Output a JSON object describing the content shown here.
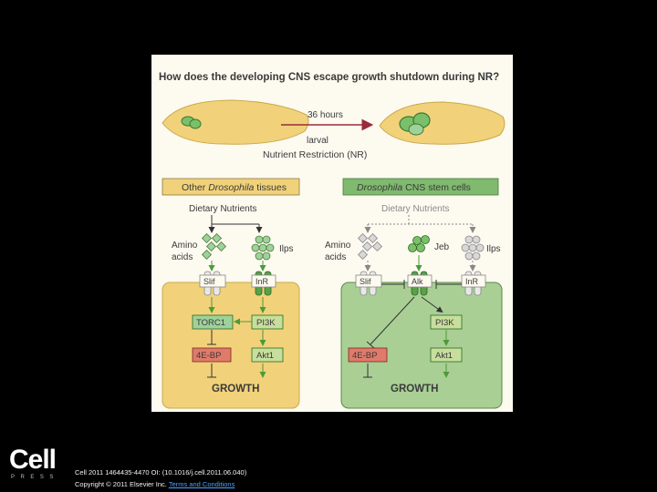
{
  "figure": {
    "question": "How does the developing CNS escape growth shutdown during NR?",
    "time_label": "36 hours",
    "nr_line1": "larval",
    "nr_line2": "Nutrient Restriction (NR)",
    "left_panel": {
      "header_prefix": "Other ",
      "header_italic": "Drosophila",
      "header_suffix": " tissues",
      "dietary": "Dietary Nutrients",
      "amino_line1": "Amino",
      "amino_line2": "acids",
      "ilps": "Ilps",
      "slif": "Slif",
      "inr": "InR",
      "torc1": "TORC1",
      "pi3k": "PI3K",
      "ebp": "4E-BP",
      "akt1": "Akt1",
      "growth": "GROWTH"
    },
    "right_panel": {
      "header_italic": "Drosophila",
      "header_suffix": " CNS stem cells",
      "dietary": "Dietary Nutrients",
      "amino_line1": "Amino",
      "amino_line2": "acids",
      "jeb": "Jeb",
      "ilps": "Ilps",
      "slif": "Slif",
      "alk": "Alk",
      "inr": "InR",
      "pi3k": "PI3K",
      "ebp": "4E-BP",
      "akt1": "Akt1",
      "growth": "GROWTH"
    },
    "colors": {
      "left_panel_fill": "#f1d27a",
      "right_panel_fill": "#a9cf95",
      "pi3k_box": "#c7de9c",
      "torc1_box": "#9fd29a",
      "ebp_box": "#e07a6a",
      "arrow_red": "#9b2a3a",
      "arrow_green": "#4c9a3a"
    }
  },
  "footer": {
    "logo_word": "Cell",
    "logo_press": "PRESS",
    "citation": "Cell 2011 1464435-4470 OI: (10.1016/j.cell.2011.06.040)",
    "copyright_prefix": "Copyright © 2011 Elsevier Inc. ",
    "terms_link": "Terms and Conditions"
  }
}
